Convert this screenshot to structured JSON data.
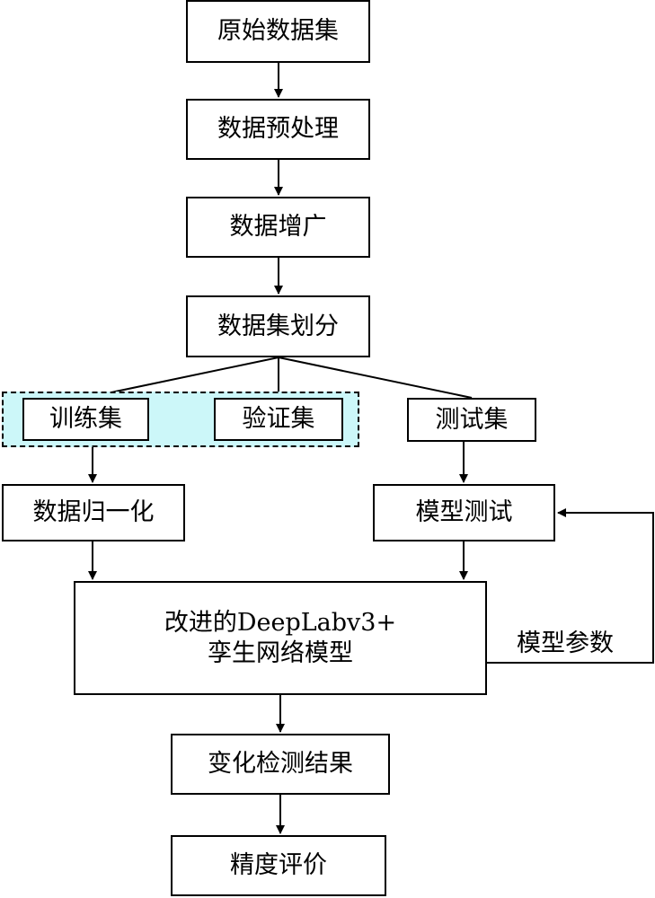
{
  "nodes": {
    "raw_dataset": "原始数据集",
    "preprocessing": "数据预处理",
    "augmentation": "数据增广",
    "split": "数据集划分",
    "train_set": "训练集",
    "validation_set": "验证集",
    "test_set": "测试集",
    "normalization": "数据归一化",
    "model_test": "模型测试",
    "model_line1": "改进的DeepLabv3+",
    "model_line2": "孪生网络模型",
    "result": "变化检测结果",
    "evaluation": "精度评价"
  },
  "edge_labels": {
    "model_params": "模型参数"
  },
  "colors": {
    "group_fill": "#ccf7f9",
    "stroke": "#000000",
    "background": "#ffffff"
  }
}
